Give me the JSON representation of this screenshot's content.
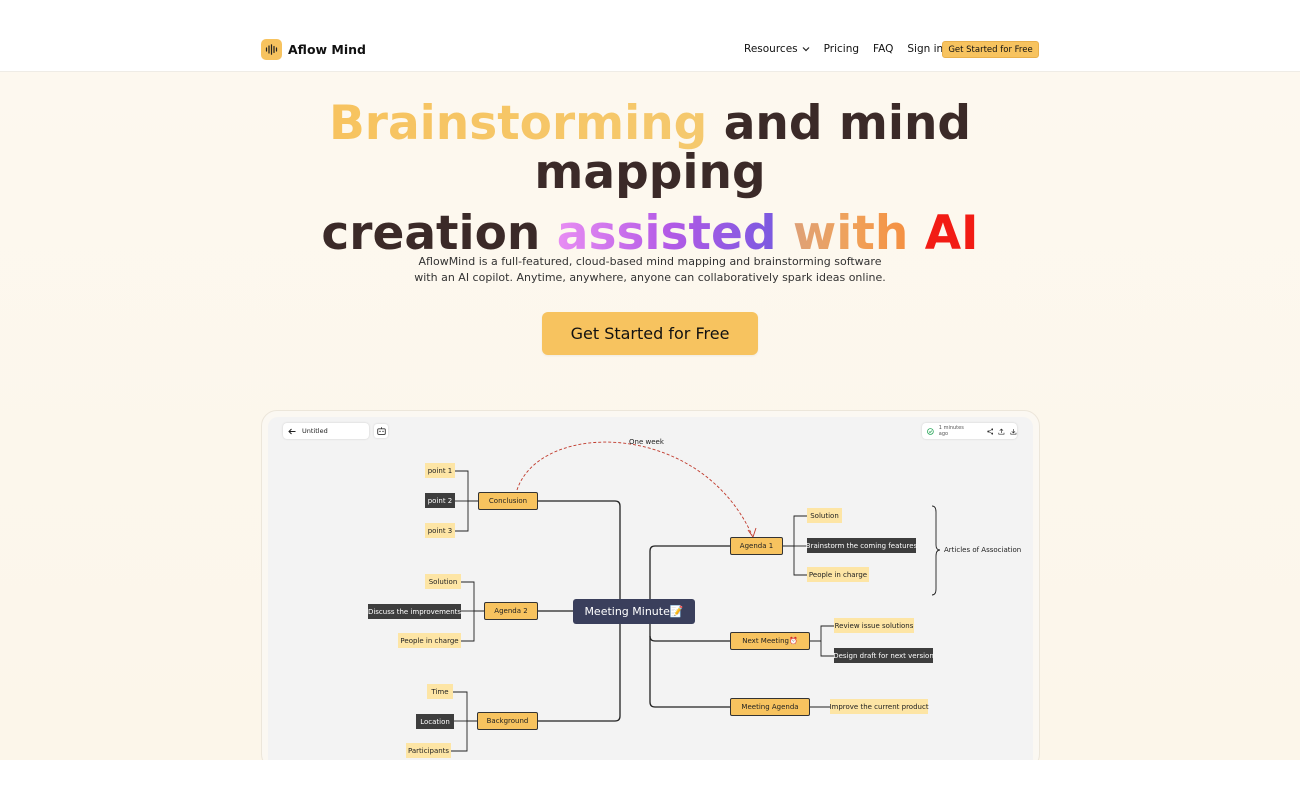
{
  "nav": {
    "brand": "Aflow Mind",
    "links": [
      "Resources",
      "Pricing",
      "FAQ",
      "Sign in"
    ],
    "cta": "Get Started for Free"
  },
  "hero": {
    "line1_highlight": "Brainstorming",
    "line1_rest": " and mind",
    "line2": "mapping",
    "line3_a": "creation ",
    "line3_b": "assisted",
    "line3_c": " with ",
    "line3_d": "AI",
    "subtitle_1": "AflowMind is a full-featured, cloud-based mind mapping and brainstorming software",
    "subtitle_2": "with an AI copilot. Anytime, anywhere, anyone can collaboratively spark ideas online.",
    "cta": "Get Started for Free"
  },
  "preview": {
    "doc_title": "Untitled",
    "saved_status": "1 minutes ago",
    "arrow_label": "One week",
    "center": "Meeting Minute📝",
    "conclusion": {
      "label": "Conclusion",
      "children": [
        "point 1",
        "point 2",
        "point 3"
      ]
    },
    "agenda2": {
      "label": "Agenda 2",
      "children": [
        "Solution",
        "Discuss the improvements",
        "People in charge"
      ]
    },
    "background": {
      "label": "Background",
      "children": [
        "Time",
        "Location",
        "Participants"
      ]
    },
    "agenda1": {
      "label": "Agenda 1",
      "children": [
        "Solution",
        "Brainstorm the coming features",
        "People in charge"
      ],
      "bracket": "Articles of Association"
    },
    "next_meeting": {
      "label": "Next Meeting⏰",
      "children": [
        "Review issue solutions",
        "Design draft for next version"
      ]
    },
    "meeting_agenda": {
      "label": "Meeting Agenda",
      "children": [
        "Improve the current product"
      ]
    }
  },
  "colors": {
    "accent": "#f7c35f",
    "center_node": "#3a3f5c",
    "dark_node": "#3d3d3d",
    "light_node": "#fde5a5",
    "ai_red": "#f21c14"
  }
}
